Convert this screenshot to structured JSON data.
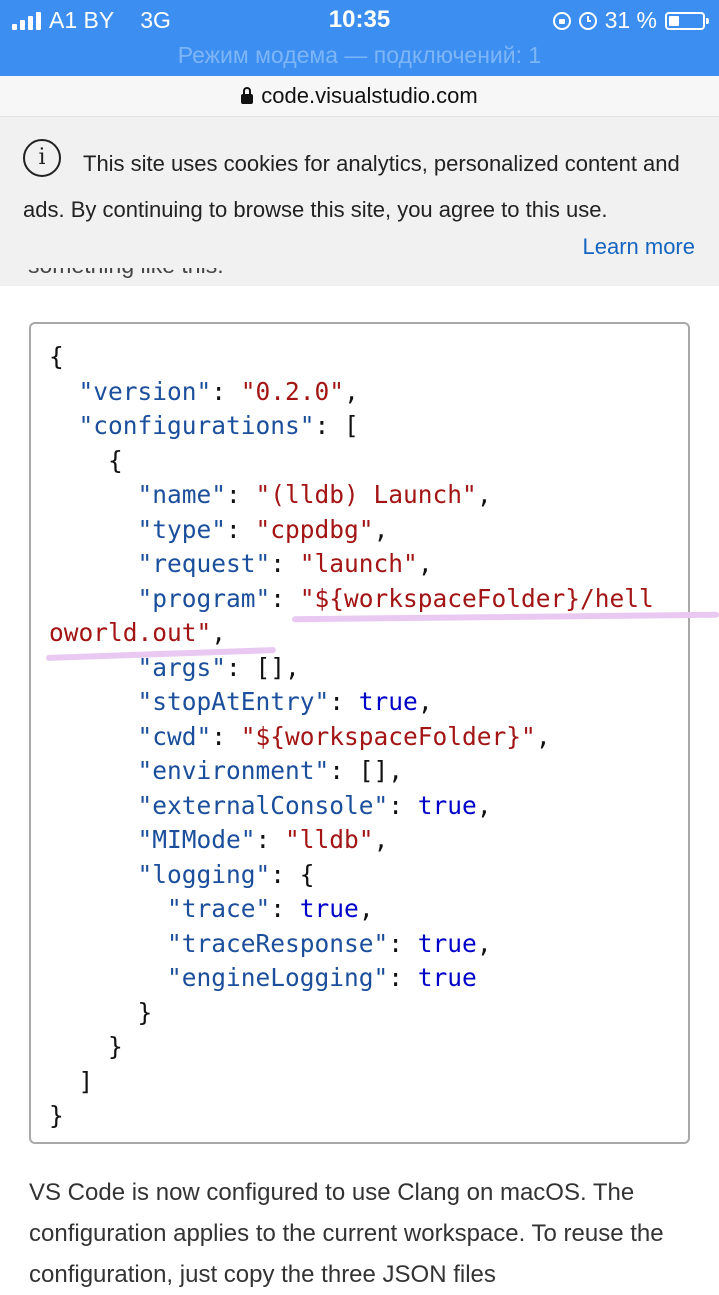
{
  "status_bar": {
    "carrier": "A1 BY",
    "network": "3G",
    "time": "10:35",
    "battery_percent": "31 %",
    "battery_level": 0.31,
    "hotspot_text": "Режим модема — подключений: 1"
  },
  "url_bar": {
    "domain": "code.visualstudio.com"
  },
  "cookie_banner": {
    "text": "This site uses cookies for analytics, personalized content and ads. By continuing to browse this site, you agree to this use.",
    "learn_more": "Learn more"
  },
  "peek_text": "something like this:",
  "code": {
    "lines": [
      [
        {
          "t": "{",
          "c": "p"
        }
      ],
      [
        {
          "t": "  ",
          "c": "p"
        },
        {
          "t": "\"version\"",
          "c": "k"
        },
        {
          "t": ": ",
          "c": "p"
        },
        {
          "t": "\"0.2.0\"",
          "c": "s"
        },
        {
          "t": ",",
          "c": "p"
        }
      ],
      [
        {
          "t": "  ",
          "c": "p"
        },
        {
          "t": "\"configurations\"",
          "c": "k"
        },
        {
          "t": ": [",
          "c": "p"
        }
      ],
      [
        {
          "t": "    {",
          "c": "p"
        }
      ],
      [
        {
          "t": "      ",
          "c": "p"
        },
        {
          "t": "\"name\"",
          "c": "k"
        },
        {
          "t": ": ",
          "c": "p"
        },
        {
          "t": "\"(lldb) Launch\"",
          "c": "s"
        },
        {
          "t": ",",
          "c": "p"
        }
      ],
      [
        {
          "t": "      ",
          "c": "p"
        },
        {
          "t": "\"type\"",
          "c": "k"
        },
        {
          "t": ": ",
          "c": "p"
        },
        {
          "t": "\"cppdbg\"",
          "c": "s"
        },
        {
          "t": ",",
          "c": "p"
        }
      ],
      [
        {
          "t": "      ",
          "c": "p"
        },
        {
          "t": "\"request\"",
          "c": "k"
        },
        {
          "t": ": ",
          "c": "p"
        },
        {
          "t": "\"launch\"",
          "c": "s"
        },
        {
          "t": ",",
          "c": "p"
        }
      ],
      [
        {
          "t": "      ",
          "c": "p"
        },
        {
          "t": "\"program\"",
          "c": "k"
        },
        {
          "t": ": ",
          "c": "p"
        },
        {
          "t": "\"${workspaceFolder}/hell",
          "c": "s"
        }
      ],
      [
        {
          "t": "oworld.out\"",
          "c": "s"
        },
        {
          "t": ",",
          "c": "p"
        }
      ],
      [
        {
          "t": "      ",
          "c": "p"
        },
        {
          "t": "\"args\"",
          "c": "k"
        },
        {
          "t": ": [],",
          "c": "p"
        }
      ],
      [
        {
          "t": "      ",
          "c": "p"
        },
        {
          "t": "\"stopAtEntry\"",
          "c": "k"
        },
        {
          "t": ": ",
          "c": "p"
        },
        {
          "t": "true",
          "c": "b"
        },
        {
          "t": ",",
          "c": "p"
        }
      ],
      [
        {
          "t": "      ",
          "c": "p"
        },
        {
          "t": "\"cwd\"",
          "c": "k"
        },
        {
          "t": ": ",
          "c": "p"
        },
        {
          "t": "\"${workspaceFolder}\"",
          "c": "s"
        },
        {
          "t": ",",
          "c": "p"
        }
      ],
      [
        {
          "t": "      ",
          "c": "p"
        },
        {
          "t": "\"environment\"",
          "c": "k"
        },
        {
          "t": ": [],",
          "c": "p"
        }
      ],
      [
        {
          "t": "      ",
          "c": "p"
        },
        {
          "t": "\"externalConsole\"",
          "c": "k"
        },
        {
          "t": ": ",
          "c": "p"
        },
        {
          "t": "true",
          "c": "b"
        },
        {
          "t": ",",
          "c": "p"
        }
      ],
      [
        {
          "t": "      ",
          "c": "p"
        },
        {
          "t": "\"MIMode\"",
          "c": "k"
        },
        {
          "t": ": ",
          "c": "p"
        },
        {
          "t": "\"lldb\"",
          "c": "s"
        },
        {
          "t": ",",
          "c": "p"
        }
      ],
      [
        {
          "t": "      ",
          "c": "p"
        },
        {
          "t": "\"logging\"",
          "c": "k"
        },
        {
          "t": ": {",
          "c": "p"
        }
      ],
      [
        {
          "t": "        ",
          "c": "p"
        },
        {
          "t": "\"trace\"",
          "c": "k"
        },
        {
          "t": ": ",
          "c": "p"
        },
        {
          "t": "true",
          "c": "b"
        },
        {
          "t": ",",
          "c": "p"
        }
      ],
      [
        {
          "t": "        ",
          "c": "p"
        },
        {
          "t": "\"traceResponse\"",
          "c": "k"
        },
        {
          "t": ": ",
          "c": "p"
        },
        {
          "t": "true",
          "c": "b"
        },
        {
          "t": ",",
          "c": "p"
        }
      ],
      [
        {
          "t": "        ",
          "c": "p"
        },
        {
          "t": "\"engineLogging\"",
          "c": "k"
        },
        {
          "t": ": ",
          "c": "p"
        },
        {
          "t": "true",
          "c": "b"
        }
      ],
      [
        {
          "t": "      }",
          "c": "p"
        }
      ],
      [
        {
          "t": "    }",
          "c": "p"
        }
      ],
      [
        {
          "t": "  ]",
          "c": "p"
        }
      ],
      [
        {
          "t": "}",
          "c": "p"
        }
      ]
    ]
  },
  "paragraph": "VS Code is now configured to use Clang on macOS. The configuration applies to the current workspace. To reuse the configuration, just copy the three JSON files"
}
